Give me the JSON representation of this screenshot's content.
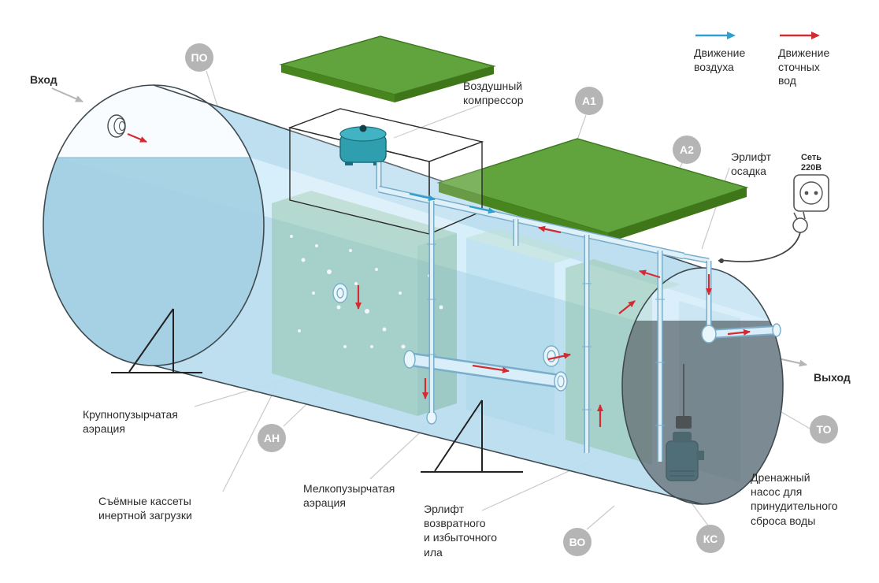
{
  "colors": {
    "air_arrow": "#2f9fd0",
    "water_arrow": "#d22b31",
    "lid_green": "#5fa33b",
    "tank_blue": "#b9ddef",
    "badge_gray": "#b5b5b5"
  },
  "legend": {
    "air_label": "Движение\nвоздуха",
    "water_label": "Движение\nсточных\nвод"
  },
  "labels": {
    "inlet": "Вход",
    "outlet": "Выход",
    "compressor": "Воздушный\nкомпрессор",
    "sludge_airlift": "Эрлифт\nосадка",
    "power": "Сеть\n220В",
    "coarse_aeration": "Крупнопузырчатая\nаэрация",
    "inert_cassettes": "Съёмные кассеты\nинертной загрузки",
    "fine_aeration": "Мелкопузырчатая\nаэрация",
    "return_sludge_airlift": "Эрлифт\nвозвратного\nи избыточного\nила",
    "drain_pump": "Дренажный\nнасос для\nпринудительного\nсброса воды"
  },
  "badges": [
    {
      "text": "ПО"
    },
    {
      "text": "А1"
    },
    {
      "text": "А2"
    },
    {
      "text": "АН"
    },
    {
      "text": "ВО"
    },
    {
      "text": "КС"
    },
    {
      "text": "ТО"
    }
  ]
}
